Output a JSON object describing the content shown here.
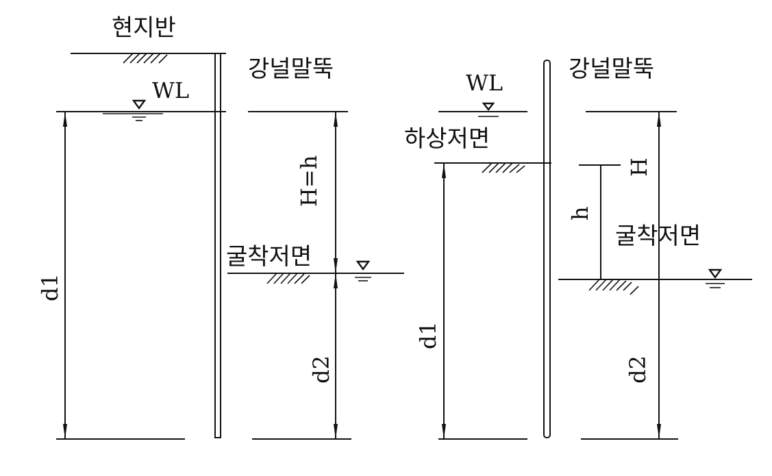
{
  "left_diagram": {
    "ground_label": "현지반",
    "sheet_pile_label": "강널말뚝",
    "water_level_label": "WL",
    "height_label": "H=h",
    "excavation_bottom_label": "굴착저면",
    "depth1_label": "d1",
    "depth2_label": "d2"
  },
  "right_diagram": {
    "water_level_label": "WL",
    "sheet_pile_label": "강널말뚝",
    "riverbed_label": "하상저면",
    "H_label": "H",
    "h_label": "h",
    "excavation_bottom_label": "굴착저면",
    "depth1_label": "d1",
    "depth2_label": "d2"
  },
  "colors": {
    "ink": "#111111",
    "background": "#ffffff"
  }
}
